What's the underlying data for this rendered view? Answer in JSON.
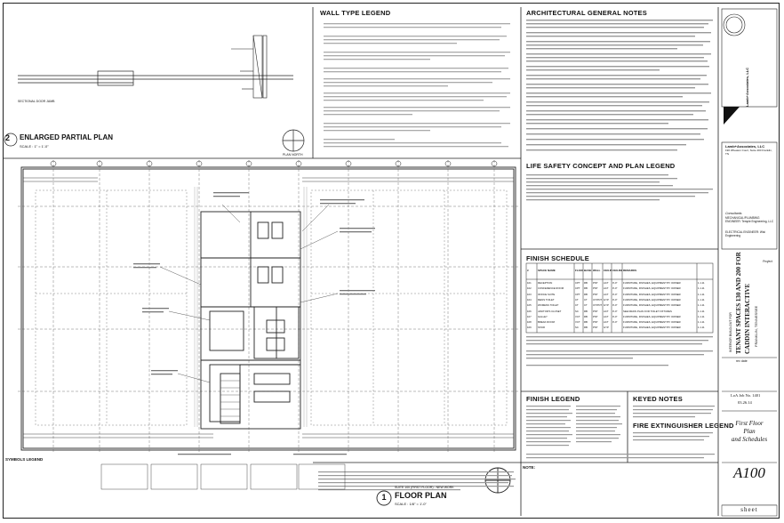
{
  "wall_type_legend": {
    "title": "WALL TYPE LEGEND"
  },
  "enlarged_plan": {
    "number": "2",
    "title": "ENLARGED PARTIAL PLAN",
    "scale": "SCALE : 1\" = 1'-0\"",
    "north_label": "PLAN NORTH",
    "jamb_label": "SECTIONAL DOOR JAMB"
  },
  "architectural_notes": {
    "title": "ARCHITECTURAL GENERAL NOTES"
  },
  "life_safety": {
    "title": "LIFE SAFETY CONCEPT AND PLAN LEGEND"
  },
  "finish_schedule": {
    "title": "FINISH SCHEDULE",
    "columns": [
      "#",
      "SPACE NAME",
      "FLOOR",
      "BASE",
      "WALL",
      "CEILING",
      "CEILING HEIGHT",
      "REMARKS",
      ""
    ],
    "rows": [
      [
        "101",
        "RECEPTION",
        "CPT",
        "RB",
        "PNT",
        "ACT",
        "9'-0\"",
        "FURNITURE, FINISHES, EQUIPMENT BY OWNER",
        "1.1.11"
      ],
      [
        "102",
        "CONFERENCE ROOM",
        "CPT",
        "RB",
        "PNT",
        "ACT",
        "9'-0\"",
        "FURNITURE, FINISHES, EQUIPMENT BY OWNER",
        "1.1.11"
      ],
      [
        "103",
        "OFFICE SUITE",
        "CPT",
        "RB",
        "PNT",
        "ACT",
        "9'-0\"",
        "FURNITURE, FINISHES, EQUIPMENT BY OWNER",
        "1.1.11"
      ],
      [
        "104",
        "MENS TOILET",
        "CT",
        "CT",
        "CT/PNT",
        "GYP",
        "9'-0\"",
        "FURNITURE, FINISHES, EQUIPMENT BY OWNER",
        "1.1.11"
      ],
      [
        "105",
        "WOMENS TOILET",
        "CT",
        "CT",
        "CT/PNT",
        "GYP",
        "9'-0\"",
        "FURNITURE, FINISHES, EQUIPMENT BY OWNER",
        "1.1.11"
      ],
      [
        "106",
        "JANITOR'S CLOSET",
        "SC",
        "RB",
        "PNT",
        "ACT",
        "9'-0\"",
        "SEE DRAIN PLAN FOR TOILET FIXTURES",
        "1.1.11"
      ],
      [
        "107",
        "GALLEY",
        "VCT",
        "RB",
        "PNT",
        "ACT",
        "9'-0\"",
        "FURNITURE, FINISHES, EQUIPMENT BY OWNER",
        "1.1.11"
      ],
      [
        "108",
        "BREAK ROOM",
        "VCT",
        "RB",
        "PNT",
        "ACT",
        "9'-0\"",
        "FURNITURE, FINISHES, EQUIPMENT BY OWNER",
        "1.1.11"
      ],
      [
        "109",
        "STAIR",
        "SC",
        "RB",
        "PNT",
        "GYP",
        "",
        "FURNITURE, FINISHES, EQUIPMENT BY OWNER",
        "1.1.11"
      ]
    ]
  },
  "finish_legend": {
    "title": "FINISH LEGEND"
  },
  "keyed_notes": {
    "title": "KEYED NOTES"
  },
  "fire_extinguisher": {
    "title": "FIRE EXTINGUISHER LEGEND"
  },
  "floor_plan": {
    "number": "1",
    "title": "FLOOR PLAN",
    "scale": "SCALE : 1/8\" = 1'-0\"",
    "suite_label": "SUITE 100 (FIRST FLOOR) - NEW WORK"
  },
  "symbols_legend": {
    "title": "SYMBOLS LEGEND"
  },
  "firm": {
    "name": "Lamb+Associates, LLC",
    "name_alt": "Lamb+Associates, LLC",
    "address": "190 Wheaton Court, Suite 400 Franklin, TN",
    "consultants_label": "Consultants",
    "mep": "MECHANICAL/PLUMBING ENGINEER: Temple Engineering, LLC",
    "electrical": "ELECTRICAL ENGINEER: Wisi Engineering"
  },
  "project": {
    "label": "Project",
    "title_line1": "TENANT SPACES 130 AND 200 FOR",
    "title_line2": "CADDIN INTERACTIVE",
    "subtitle": "INTERIOR BUILD-OUT FOR",
    "address": "FRANKLIN, TENNESSEE"
  },
  "job": {
    "line1": "LoA Job No. 1401",
    "date": "03.26.14"
  },
  "sheet": {
    "title_line1": "First Floor",
    "title_line2": "Plan",
    "title_line3": "and Schedules",
    "number": "A100",
    "label": "sheet"
  },
  "revisions": {
    "header": "rev    date"
  },
  "note_label": "NOTE:"
}
